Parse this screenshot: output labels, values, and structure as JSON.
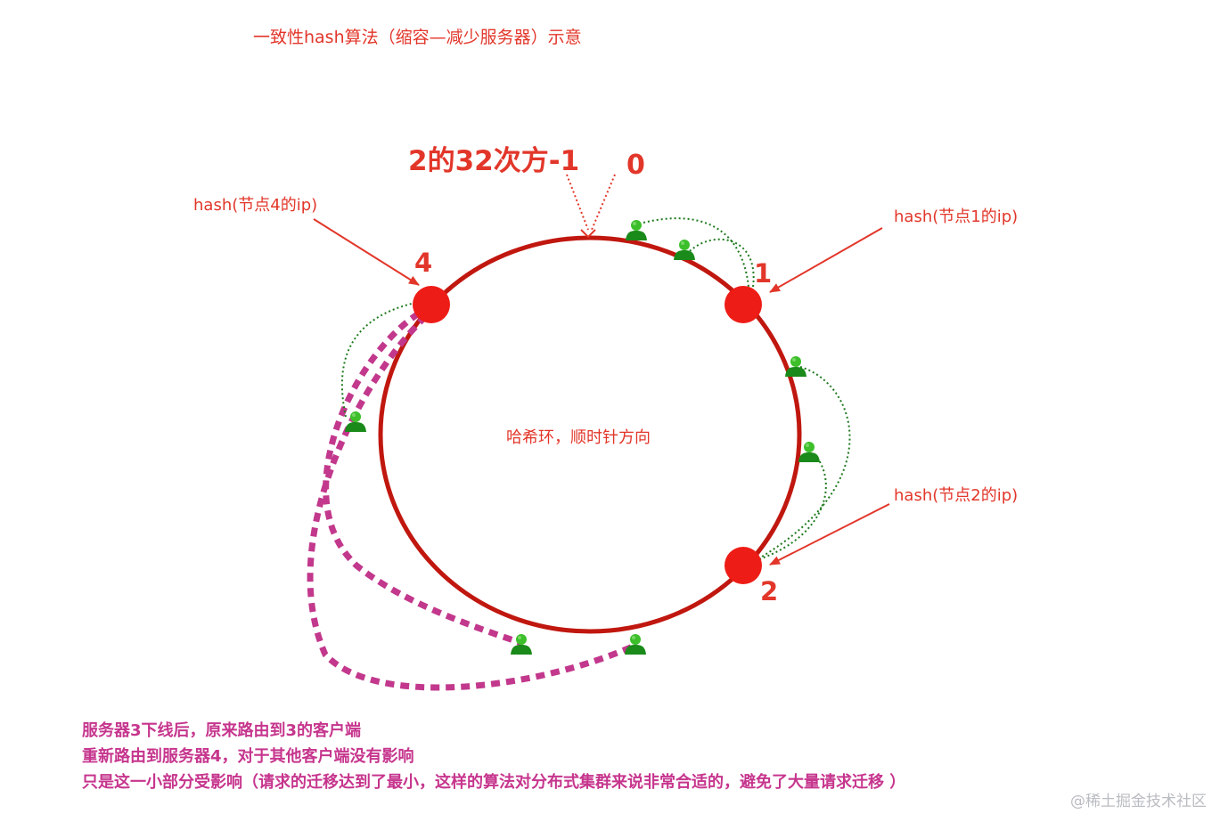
{
  "title": "一致性hash算法（缩容—减少服务器）示意",
  "ring_top_label": "2的32次方-1",
  "ring_zero_label": "0",
  "ring_center_label": "哈希环，顺时针方向",
  "hash_labels": {
    "node4": "hash(节点4的ip)",
    "node1": "hash(节点1的ip)",
    "node2": "hash(节点2的ip)"
  },
  "nodes": [
    {
      "id": "4",
      "label": "4"
    },
    {
      "id": "1",
      "label": "1"
    },
    {
      "id": "2",
      "label": "2"
    }
  ],
  "notes": [
    "服务器3下线后，原来路由到3的客户端",
    "重新路由到服务器4，对于其他客户端没有影响",
    "只是这一小部分受影响（请求的迁移达到了最小，这样的算法对分布式集群来说非常合适的，避免了大量请求迁移 ）"
  ],
  "watermark": "@稀土掘金技术社区",
  "colors": {
    "ring": "#c0170f",
    "node": "#ee1c16",
    "text_red": "#e2362a",
    "note_magenta": "#c6358d",
    "client_green": "#1b8a1b",
    "dotted_green": "#1f7a1f",
    "migration": "#c2388c"
  }
}
